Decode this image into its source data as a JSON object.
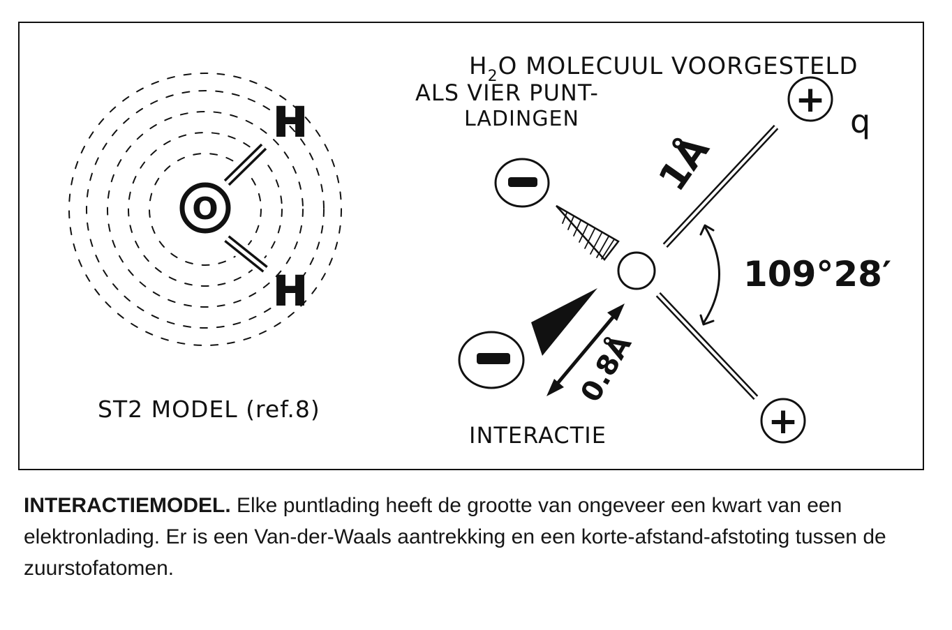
{
  "diagram": {
    "left_panel": {
      "atom_oxygen": "O",
      "atom_hydrogen_top": "H",
      "atom_hydrogen_bottom": "H",
      "model_label": "ST2 MODEL (ref.8)"
    },
    "right_panel": {
      "title_line1_prefix": "H",
      "title_line1_sub": "2",
      "title_line1_rest": "O MOLECUUL VOORGESTELD",
      "title_line2": "ALS VIER PUNT-",
      "title_line3": "LADINGEN",
      "charge_plus_top": "+",
      "charge_plus_bottom": "+",
      "charge_minus_top": "−",
      "charge_minus_bottom": "−",
      "charge_symbol": "q",
      "bond_length_label": "1Å",
      "angle_label": "109°28′",
      "distance_label": "0.8Å",
      "interaction_label": "INTERACTIE"
    }
  },
  "caption": {
    "bold": "INTERACTIEMODEL.",
    "text": " Elke puntlading heeft de grootte van ongeveer een kwart van een elektronlading. Er is een Van-der-Waals aantrekking en een korte-afstand-afstoting tussen de zuurstofatomen."
  }
}
